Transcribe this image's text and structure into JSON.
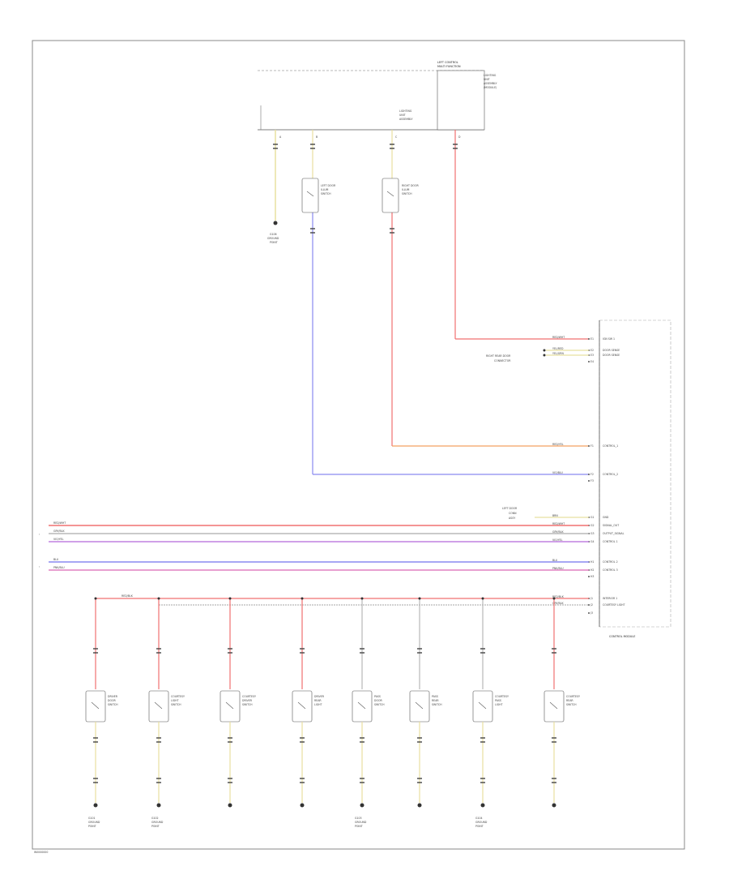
{
  "module_top": {
    "title_line1": "LEFT CONTROL",
    "title_line2": "MULTI FUNCTION",
    "text_right": [
      "LIGHTING",
      "UNIT",
      "ASSEMBLY",
      "(MODULE)"
    ],
    "text_mid": [
      "LIGHTING",
      "UNIT",
      "ASSEMBLY"
    ],
    "pin_labels": [
      "A",
      "B",
      "C",
      "D"
    ]
  },
  "ground_labels": [
    "G106",
    "GROUND",
    "POINT"
  ],
  "switch_top_left": [
    "LEFT DOOR",
    "ILLUM",
    "SWITCH"
  ],
  "switch_top_right": [
    "RIGHT DOOR",
    "ILLUM",
    "SWITCH"
  ],
  "right_module_title": "CONTROL MODULE",
  "right_pins": [
    {
      "wire": "RED/WHT",
      "pin": "E1",
      "label": "IGN SW 1"
    },
    {
      "wire": "YEL/RED",
      "pin": "E2",
      "label": "DOOR SENSE"
    },
    {
      "wire": "YEL/GRN",
      "pin": "E3",
      "label": "DOOR SENSE"
    },
    {
      "wire": "",
      "pin": "E4",
      "label": ""
    },
    {
      "wire": "RED/YEL",
      "pin": "F1",
      "label": "CONTROL_1"
    },
    {
      "wire": "VIO/BLU",
      "pin": "F2",
      "label": "CONTROL_2"
    },
    {
      "wire": "",
      "pin": "F3",
      "label": ""
    },
    {
      "wire": "BRN",
      "pin": "G1",
      "label": "GND"
    },
    {
      "wire": "RED/WHT",
      "pin": "G2",
      "label": "SIGNAL_OUT"
    },
    {
      "wire": "GRY/BLK",
      "pin": "G3",
      "label": "OUTPUT_SIGNAL"
    },
    {
      "wire": "VIO/YEL",
      "pin": "G4",
      "label": "CONTROL 1"
    },
    {
      "wire": "BLU",
      "pin": "H1",
      "label": "CONTROL 2"
    },
    {
      "wire": "PNK/BLU",
      "pin": "H2",
      "label": "CONTROL 3"
    },
    {
      "wire": "",
      "pin": "H3",
      "label": ""
    },
    {
      "wire": "RED/BLK",
      "pin": "J1",
      "label": "INTERIOR 1"
    },
    {
      "wire": "GRY/BLK",
      "pin": "J2",
      "label": "COURTESY LIGHT"
    },
    {
      "wire": "",
      "pin": "J3",
      "label": ""
    }
  ],
  "door_connector_note": [
    "RIGHT REAR DOOR",
    "CONNECTOR"
  ],
  "left_note": [
    "LEFT DOOR",
    "CONN",
    "ASSY"
  ],
  "left_wires": [
    "RED/WHT",
    "GRY/BLK",
    "VIO/YEL",
    "BLU",
    "PNK/BLU"
  ],
  "bottom_wire_label": "RED/BLK",
  "bottom_switches": [
    [
      "DRIVER",
      "DOOR",
      "SWITCH"
    ],
    [
      "COURTESY",
      "LIGHT",
      "SWITCH"
    ],
    [
      "COURTESY",
      "DRIVER",
      "SWITCH"
    ],
    [
      "DRIVER",
      "REAR",
      "LIGHT"
    ],
    [
      "PASS",
      "DOOR",
      "SWITCH"
    ],
    [
      "PASS",
      "REAR",
      "SWITCH"
    ],
    [
      "COURTESY",
      "PASS",
      "LIGHT"
    ],
    [
      "COURTESY",
      "REAR",
      "SWITCH"
    ]
  ],
  "bottom_grounds": [
    [
      "G101",
      "GROUND",
      "POINT"
    ],
    [
      "G102",
      "GROUND",
      "POINT"
    ],
    [
      "G103",
      "GROUND",
      "POINT"
    ],
    [
      "G104",
      "GROUND",
      "POINT"
    ]
  ],
  "footer": "W0000000",
  "colors": {
    "red": "#f07070",
    "orange": "#f4a060",
    "blue": "#8a8af0",
    "yellow": "#e8e0a0",
    "gray": "#b8b8b8",
    "violet": "#c080e0",
    "pink": "#e080c0",
    "frame": "#888888"
  }
}
